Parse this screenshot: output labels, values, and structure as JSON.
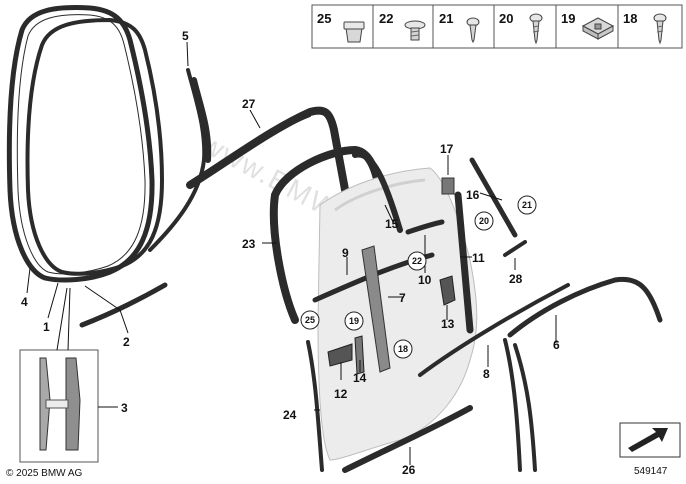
{
  "hardware_parts": [
    "25",
    "22",
    "21",
    "20",
    "19",
    "18"
  ],
  "callouts": {
    "p1": "1",
    "p2": "2",
    "p3": "3",
    "p4": "4",
    "p5": "5",
    "p6": "6",
    "p7": "7",
    "p8": "8",
    "p9": "9",
    "p10": "10",
    "p11": "11",
    "p12": "12",
    "p13": "13",
    "p14": "14",
    "p15": "15",
    "p16": "16",
    "p17": "17",
    "p23": "23",
    "p24": "24",
    "p26": "26",
    "p27": "27",
    "p28": "28"
  },
  "circled": {
    "c18": "18",
    "c19": "19",
    "c20": "20",
    "c21": "21",
    "c22": "22",
    "c25": "25"
  },
  "copyright": "© 2025 BMW AG",
  "diagram_number": "549147",
  "watermark": "www.BMWstore.pl"
}
